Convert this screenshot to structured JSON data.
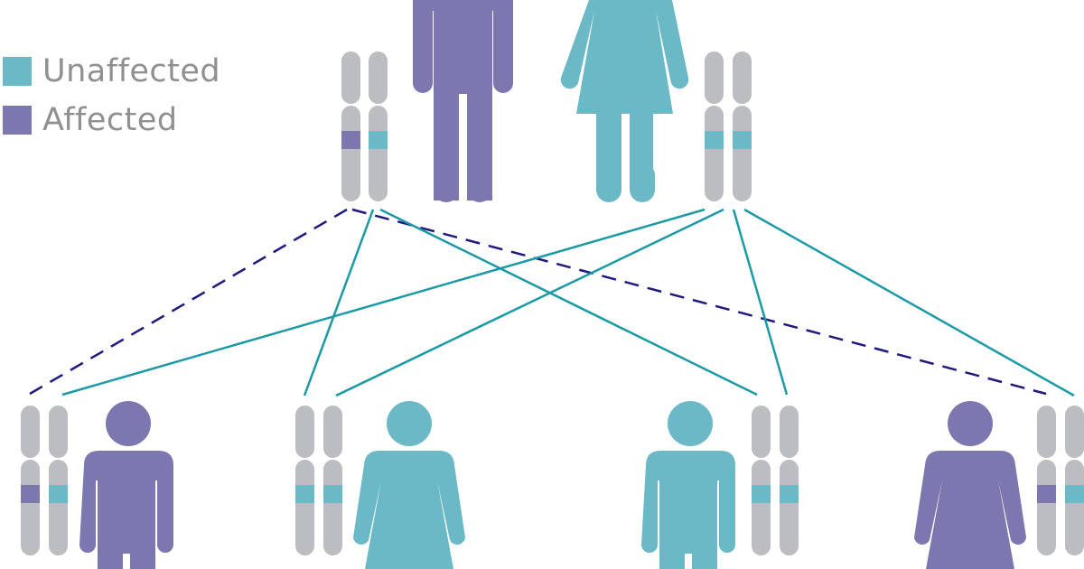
{
  "colors": {
    "affected": "#7d77b0",
    "unaffected": "#6bb8c6",
    "chromosome": "#bcbdc0",
    "inherit_solid": "#1b9aa6",
    "inherit_dashed": "#1e1a80",
    "legend_text": "#909090"
  },
  "legend": {
    "items": [
      {
        "label": "Unaffected",
        "color": "#6bb8c6"
      },
      {
        "label": "Affected",
        "color": "#7d77b0"
      }
    ]
  },
  "parents": [
    {
      "role": "father",
      "sex": "male",
      "status": "affected",
      "alleles": [
        "affected",
        "unaffected"
      ]
    },
    {
      "role": "mother",
      "sex": "female",
      "status": "unaffected",
      "alleles": [
        "unaffected",
        "unaffected"
      ]
    }
  ],
  "children": [
    {
      "sex": "male",
      "status": "affected",
      "alleles": [
        "affected",
        "unaffected"
      ],
      "chromosome_side": "left"
    },
    {
      "sex": "female",
      "status": "unaffected",
      "alleles": [
        "unaffected",
        "unaffected"
      ],
      "chromosome_side": "left"
    },
    {
      "sex": "male",
      "status": "unaffected",
      "alleles": [
        "unaffected",
        "unaffected"
      ],
      "chromosome_side": "right"
    },
    {
      "sex": "female",
      "status": "affected",
      "alleles": [
        "affected",
        "unaffected"
      ],
      "chromosome_side": "right"
    }
  ],
  "inheritance_lines": [
    {
      "from": "father-chrom-affected",
      "to": "child-1",
      "style": "dashed"
    },
    {
      "from": "father-chrom-affected",
      "to": "child-4",
      "style": "dashed"
    },
    {
      "from": "father-chrom-unaffected",
      "to": "child-2",
      "style": "solid"
    },
    {
      "from": "father-chrom-unaffected",
      "to": "child-3",
      "style": "solid"
    },
    {
      "from": "mother-chrom-1",
      "to": "child-1",
      "style": "solid"
    },
    {
      "from": "mother-chrom-1",
      "to": "child-2",
      "style": "solid"
    },
    {
      "from": "mother-chrom-2",
      "to": "child-3",
      "style": "solid"
    },
    {
      "from": "mother-chrom-2",
      "to": "child-4",
      "style": "solid"
    }
  ]
}
